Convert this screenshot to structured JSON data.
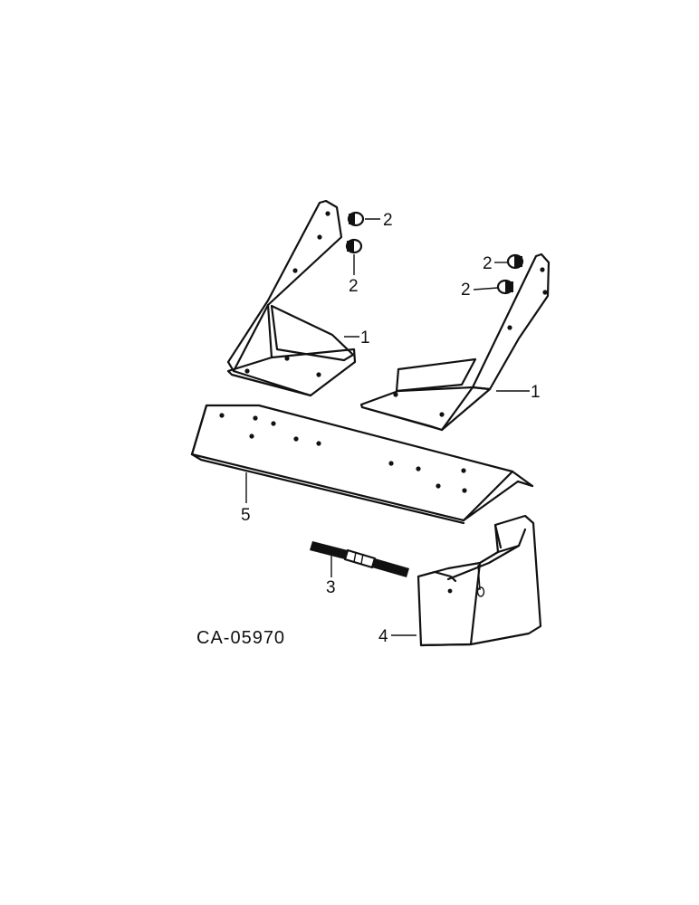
{
  "drawing_code": "CA-05970",
  "callouts": {
    "bracket_left": "1",
    "bracket_right": "1",
    "bushing_a": "2",
    "bushing_b": "2",
    "bushing_c": "2",
    "bushing_d": "2",
    "stud": "3",
    "weight": "4",
    "plate": "5"
  }
}
